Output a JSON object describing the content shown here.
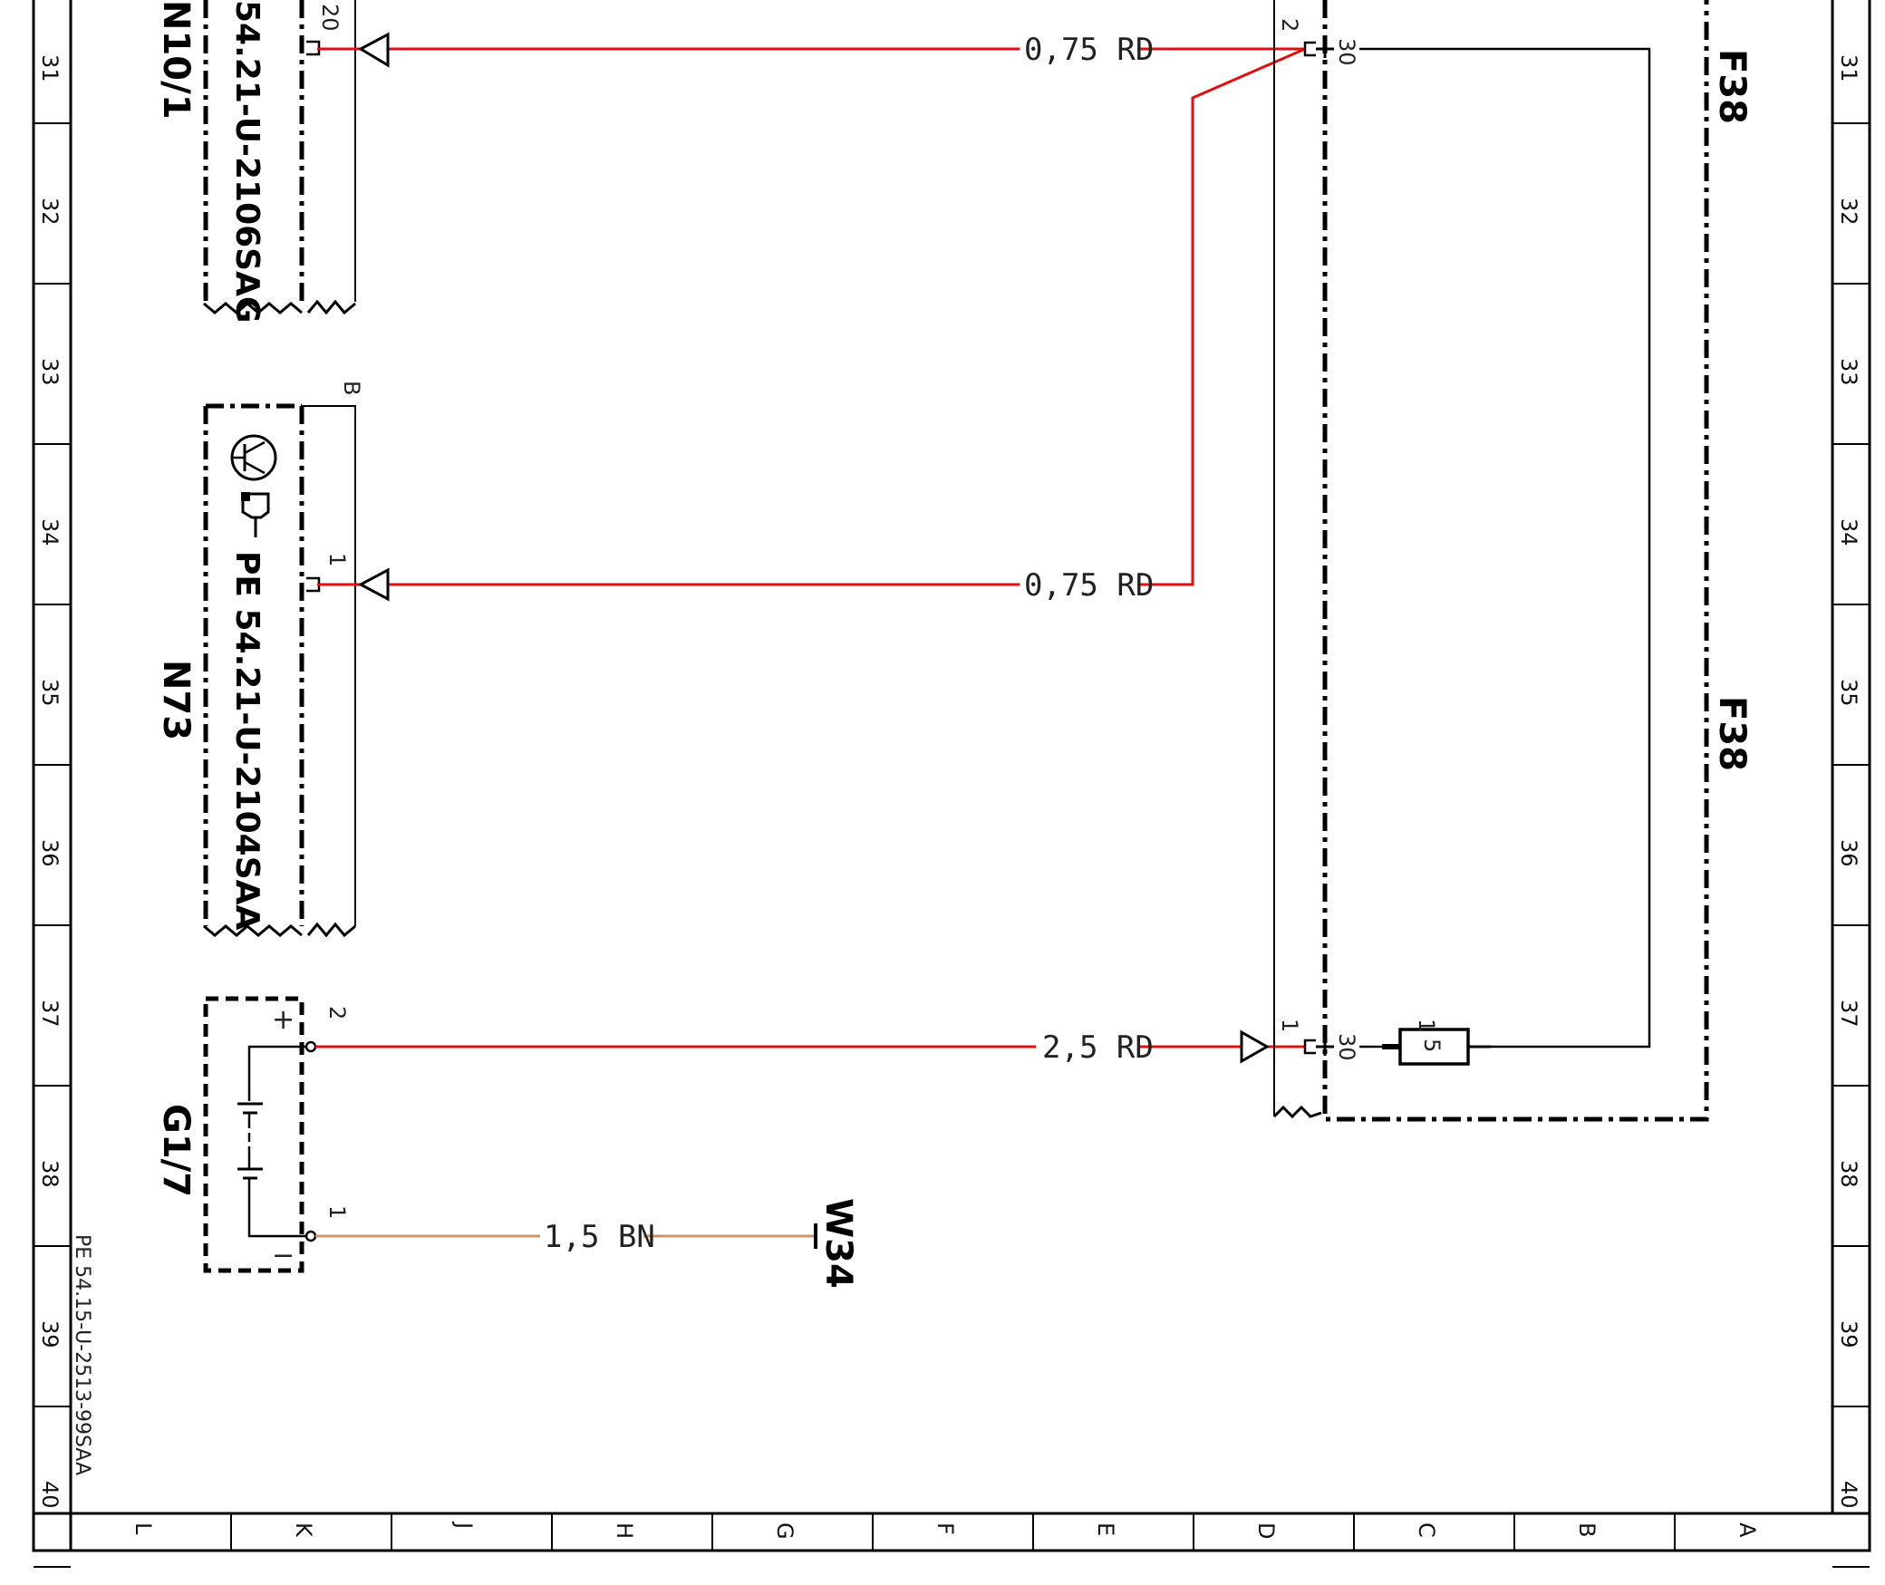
{
  "row_numbers": [
    "31",
    "32",
    "33",
    "34",
    "35",
    "36",
    "37",
    "38",
    "39",
    "40"
  ],
  "column_letters": [
    "L",
    "K",
    "J",
    "H",
    "G",
    "F",
    "E",
    "D",
    "C",
    "B",
    "A"
  ],
  "sheet_reference": "PE 54.15-U-2513-99SAA",
  "components": {
    "n10_1": {
      "designation": "N10/1",
      "document_ref": "54.21-U-2106SAG",
      "pin_20": "20"
    },
    "n73": {
      "designation": "N73",
      "document_ref": "PE  54.21-U-2104SAA",
      "pin_1": "1",
      "pin_b": "B"
    },
    "g1_7": {
      "designation": "G1/7",
      "pin_2": "2",
      "pin_1": "1",
      "plus": "+",
      "minus": "−"
    },
    "f38_top": {
      "designation": "F38"
    },
    "f38_mid": {
      "designation": "F38"
    },
    "fuse": {
      "number": "5",
      "label_1": "1"
    },
    "w34": {
      "designation": "W34"
    }
  },
  "wires": {
    "top": {
      "label": "0,75  RD",
      "color": "#e01010"
    },
    "middle": {
      "label": "0,75  RD",
      "color": "#e01010"
    },
    "battery": {
      "label": "2,5  RD",
      "color": "#e01010"
    },
    "ground": {
      "label": "1,5  BN",
      "color": "#c8956a"
    }
  },
  "f38_pins": {
    "pin_2": "2",
    "pin_30_top": "30",
    "pin_1": "1",
    "pin_30_bottom": "30"
  }
}
